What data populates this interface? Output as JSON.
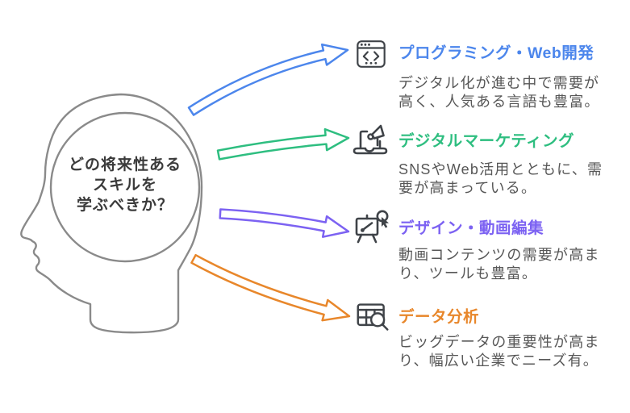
{
  "head": {
    "question_lines": [
      "どの将来性ある",
      "スキルを",
      "学ぶべきか？"
    ],
    "outline_color": "#8a8a8a",
    "text_color": "#3b3b3b"
  },
  "desc_text_color": "#575757",
  "icon_color": "#3f4348",
  "items": [
    {
      "title": "プログラミング・Web開発",
      "desc_lines": [
        "デジタル化が進む中で需要が",
        "高く、人気ある言語も豊富。"
      ],
      "color": "#4c86ec",
      "icon": "code-window-icon"
    },
    {
      "title": "デジタルマーケティング",
      "desc_lines": [
        "SNSやWeb活用とともに、需",
        "要が高まっている。"
      ],
      "color": "#2ebe80",
      "icon": "laptop-megaphone-icon"
    },
    {
      "title": "デザイン・動画編集",
      "desc_lines": [
        "動画コンテンツの需要が高ま",
        "り、ツールも豊富。"
      ],
      "color": "#7c62f2",
      "icon": "design-easel-icon"
    },
    {
      "title": "データ分析",
      "desc_lines": [
        "ビッグデータの重要性が高ま",
        "り、幅広い企業でニーズ有。"
      ],
      "color": "#e8872b",
      "icon": "table-search-icon"
    }
  ]
}
